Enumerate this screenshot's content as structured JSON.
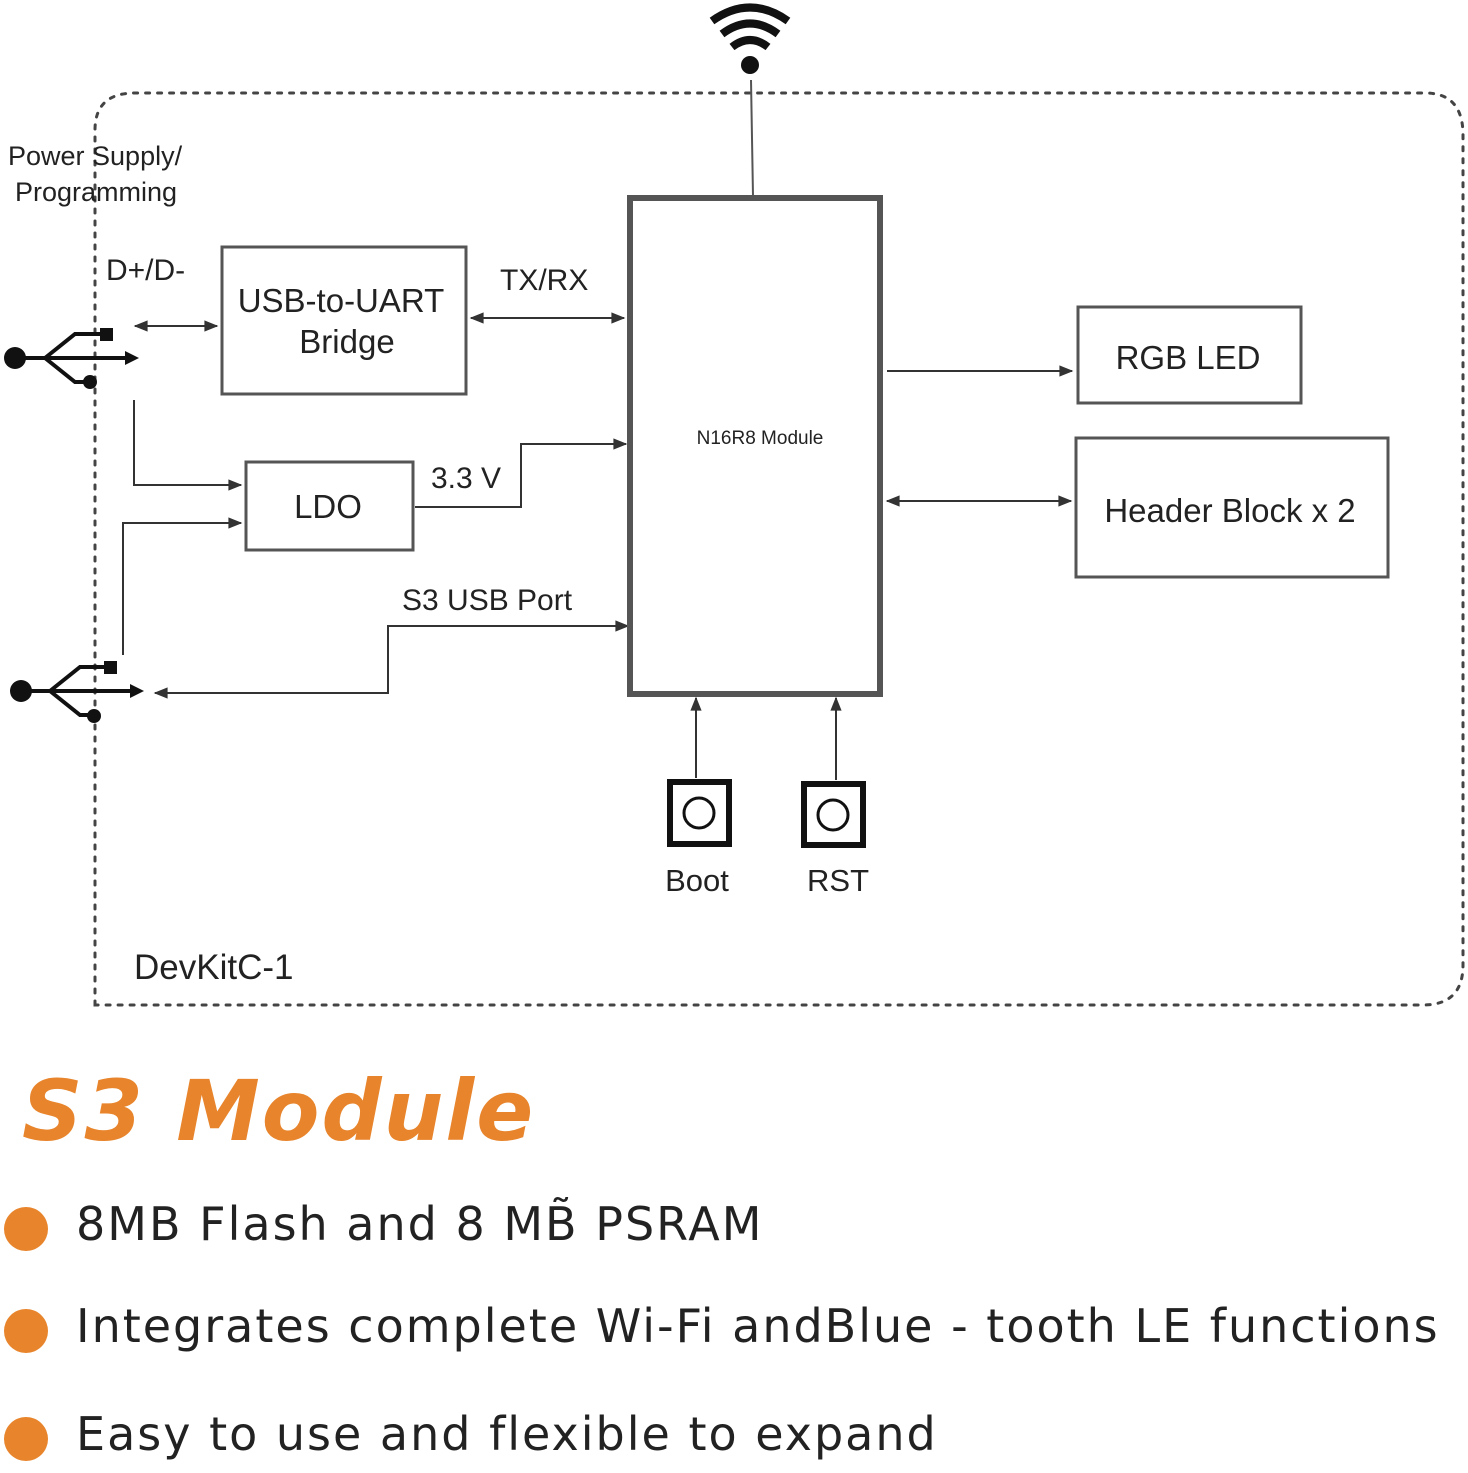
{
  "diagram": {
    "board_label": "DevKitC-1",
    "power_label_line1": "Power Supply/",
    "power_label_line2": "Programming",
    "dplus_label": "D+/D-",
    "usb_uart_line1": "USB-to-UART",
    "usb_uart_line2": "Bridge",
    "txrx_label": "TX/RX",
    "ldo_label": "LDO",
    "voltage_label": "3.3 V",
    "s3_usb_label": "S3 USB Port",
    "module_label": "N16R8 Module",
    "rgb_led_label": "RGB LED",
    "header_label": "Header Block x 2",
    "boot_label": "Boot",
    "rst_label": "RST"
  },
  "title": "S3 Module",
  "features": [
    "8MB Flash and 8 MB̃ PSRAM",
    "Integrates complete Wi-Fi andBlue - tooth LE functions",
    "Easy to use and flexible to expand"
  ],
  "colors": {
    "accent": "#e8842b",
    "text": "#222222",
    "lines": "#333333"
  },
  "icons": [
    "wifi-icon",
    "usb-icon",
    "usb-icon",
    "button-icon",
    "button-icon"
  ]
}
